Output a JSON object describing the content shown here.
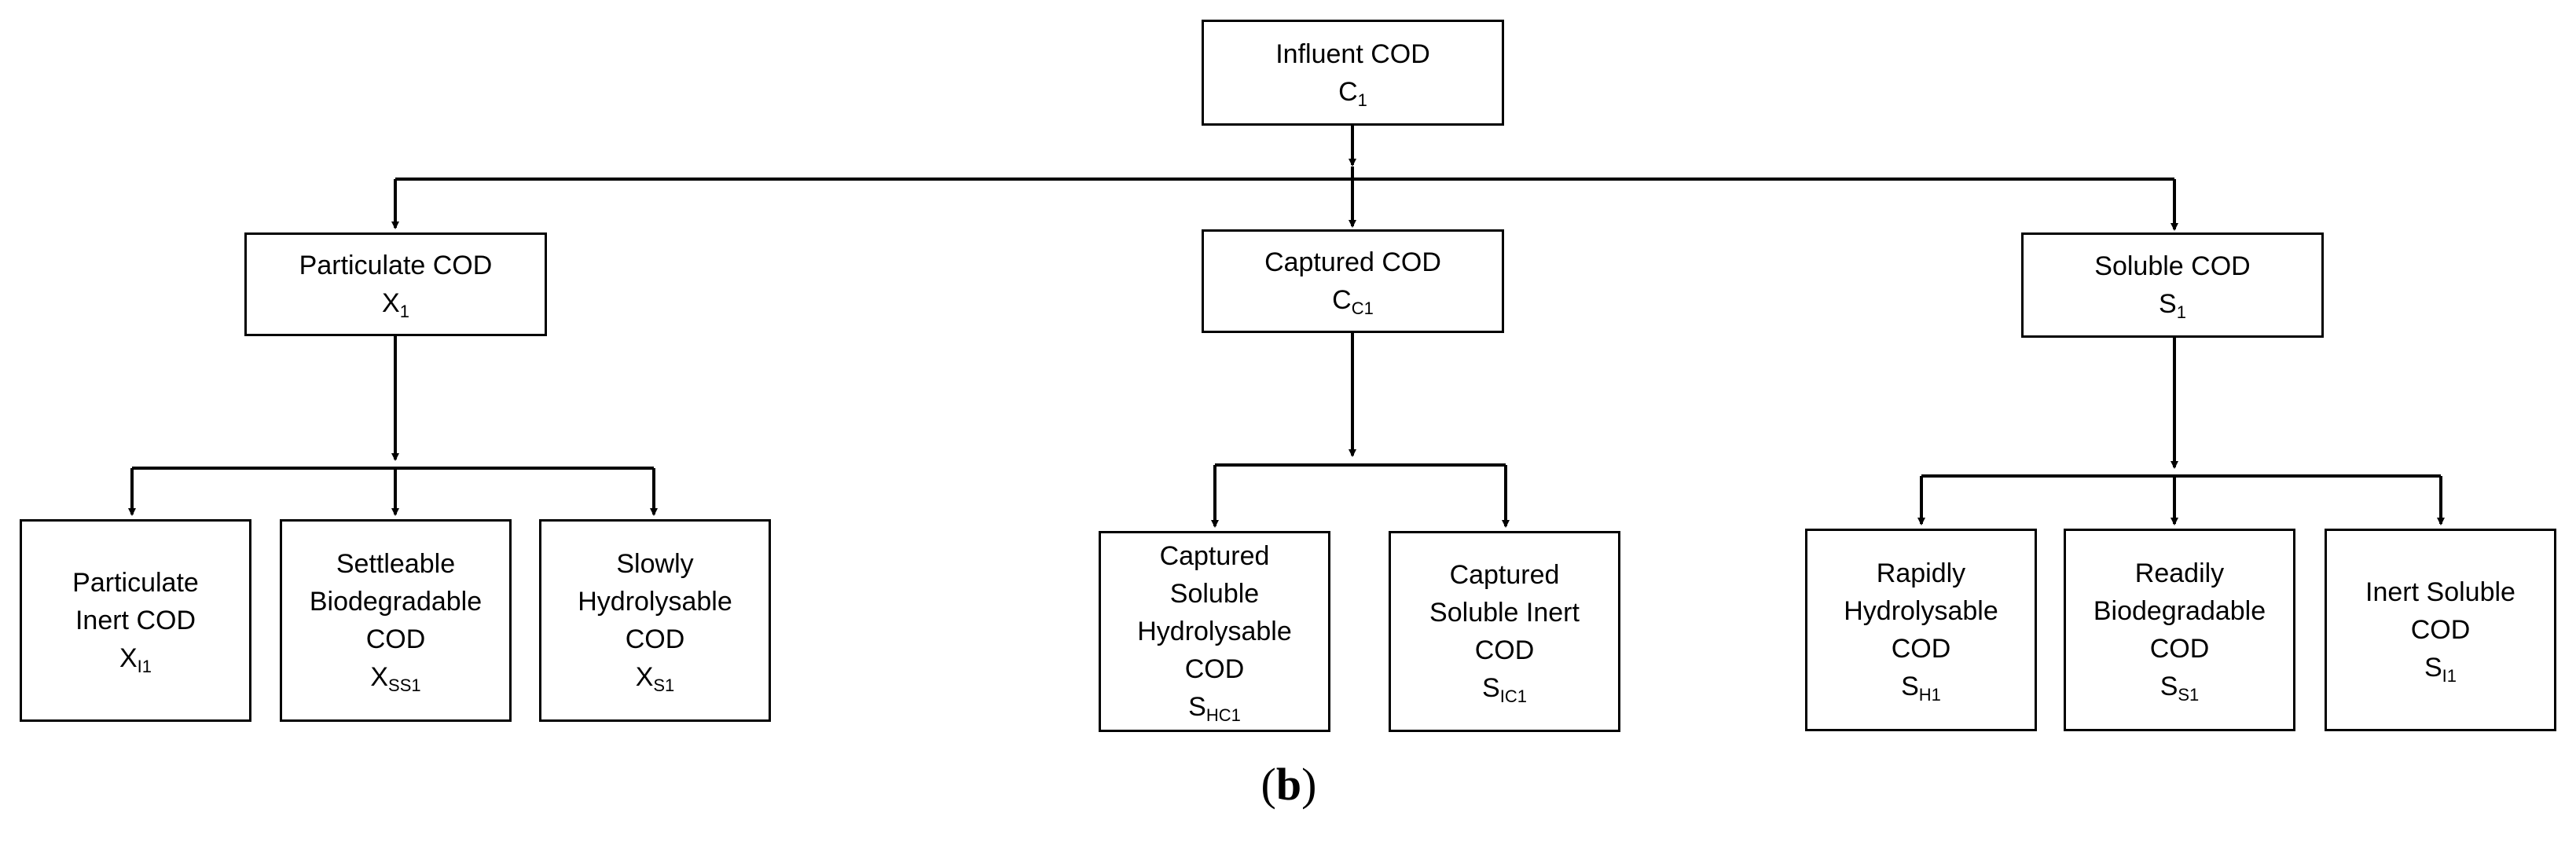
{
  "nodes": {
    "influent": {
      "lines": [
        "Influent COD"
      ],
      "sym": "C",
      "sub": "1"
    },
    "particulate": {
      "lines": [
        "Particulate COD"
      ],
      "sym": "X",
      "sub": "1"
    },
    "captured": {
      "lines": [
        "Captured COD"
      ],
      "sym": "C",
      "sub": "C1"
    },
    "soluble": {
      "lines": [
        "Soluble COD"
      ],
      "sym": "S",
      "sub": "1"
    },
    "particulate_inert": {
      "lines": [
        "Particulate",
        "Inert COD"
      ],
      "sym": "X",
      "sub": "I1"
    },
    "settleable_biodegradable": {
      "lines": [
        "Settleable",
        "Biodegradable",
        "COD"
      ],
      "sym": "X",
      "sub": "SS1"
    },
    "slowly_hydrolysable": {
      "lines": [
        "Slowly",
        "Hydrolysable",
        "COD"
      ],
      "sym": "X",
      "sub": "S1"
    },
    "captured_soluble_hydrolysable": {
      "lines": [
        "Captured",
        "Soluble",
        "Hydrolysable",
        "COD"
      ],
      "sym": "S",
      "sub": "HC1"
    },
    "captured_soluble_inert": {
      "lines": [
        "Captured",
        "Soluble Inert",
        "COD"
      ],
      "sym": "S",
      "sub": "IC1"
    },
    "rapidly_hydrolysable": {
      "lines": [
        "Rapidly",
        "Hydrolysable",
        "COD"
      ],
      "sym": "S",
      "sub": "H1"
    },
    "readily_biodegradable": {
      "lines": [
        "Readily",
        "Biodegradable",
        "COD"
      ],
      "sym": "S",
      "sub": "S1"
    },
    "inert_soluble": {
      "lines": [
        "Inert Soluble",
        "COD"
      ],
      "sym": "S",
      "sub": "I1"
    }
  },
  "caption": {
    "open": "(",
    "letter": "b",
    "close": ")"
  }
}
